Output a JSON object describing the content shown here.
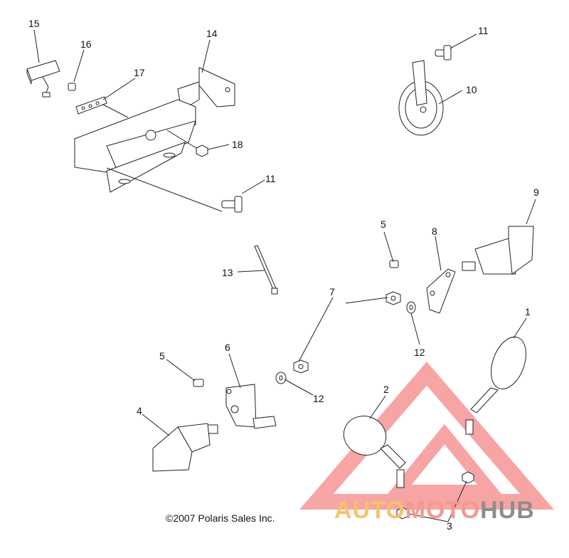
{
  "copyright": "©2007 Polaris Sales Inc.",
  "watermark": {
    "part_a": "AUTO",
    "part_b": "MOTO",
    "part_c": "HUB",
    "color_a": "#f7c26b",
    "color_b": "#f29a8e",
    "color_c": "#8d8d8d",
    "triangle_color": "#f25b5b"
  },
  "callouts": [
    {
      "id": "15",
      "label": "15"
    },
    {
      "id": "16",
      "label": "16"
    },
    {
      "id": "17",
      "label": "17"
    },
    {
      "id": "14",
      "label": "14"
    },
    {
      "id": "18",
      "label": "18"
    },
    {
      "id": "11a",
      "label": "11"
    },
    {
      "id": "11b",
      "label": "11"
    },
    {
      "id": "10",
      "label": "10"
    },
    {
      "id": "9",
      "label": "9"
    },
    {
      "id": "5a",
      "label": "5"
    },
    {
      "id": "8",
      "label": "8"
    },
    {
      "id": "13",
      "label": "13"
    },
    {
      "id": "7",
      "label": "7"
    },
    {
      "id": "12a",
      "label": "12"
    },
    {
      "id": "1",
      "label": "1"
    },
    {
      "id": "5b",
      "label": "5"
    },
    {
      "id": "6",
      "label": "6"
    },
    {
      "id": "12b",
      "label": "12"
    },
    {
      "id": "2",
      "label": "2"
    },
    {
      "id": "4",
      "label": "4"
    },
    {
      "id": "3",
      "label": "3"
    }
  ]
}
